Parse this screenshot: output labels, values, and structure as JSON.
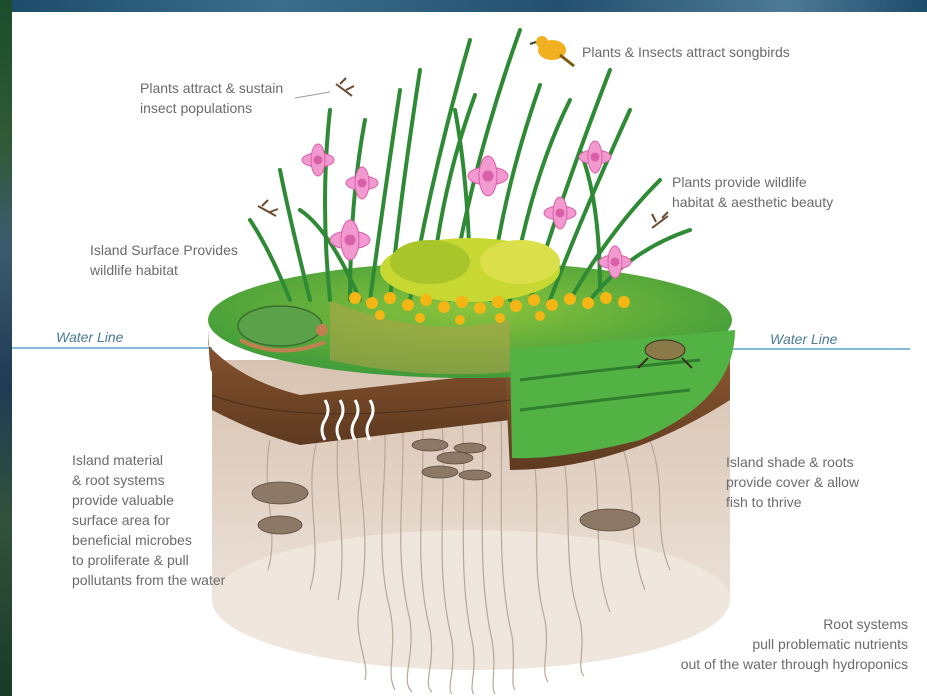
{
  "labels": {
    "songbirds": "Plants & Insects attract songbirds",
    "insects": "Plants attract & sustain\ninsect populations",
    "wildlife_beauty": "Plants provide wildlife\nhabitat & aesthetic beauty",
    "island_surface": "Island Surface Provides\nwildlife habitat",
    "water_line_left": "Water Line",
    "water_line_right": "Water Line",
    "island_material": "Island material\n& root systems\nprovide valuable\nsurface area for\nbeneficial microbes\nto proliferate & pull\npollutants from the water",
    "shade_roots": "Island shade & roots\nprovide cover & allow\nfish to thrive",
    "root_systems": "Root systems\npull problematic nutrients\nout of the water through hydroponics"
  },
  "credit": "",
  "colors": {
    "text": "#6b6b6b",
    "water_line": "#5aa6cc",
    "grass": "#3f9b3a",
    "soil": "#7a4a2a",
    "underwater": "#e6d8cc",
    "flower": "#f29ad0"
  }
}
